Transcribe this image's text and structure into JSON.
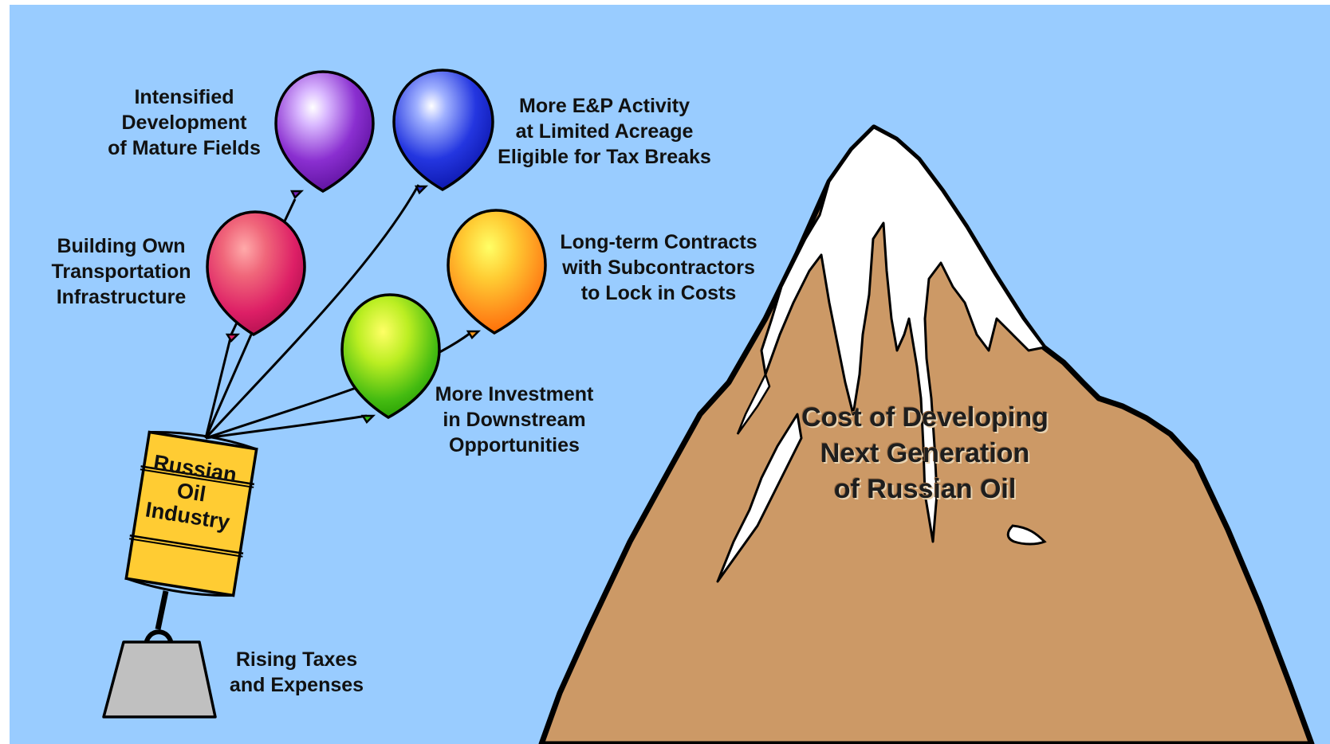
{
  "colors": {
    "sky": "#99ccff",
    "mountain": "#cc9966",
    "snow": "#ffffff",
    "barrel": "#ffcc33",
    "weight": "#c0c0c0",
    "balloon_purple": "#7722bb",
    "balloon_blue": "#1f2fd8",
    "balloon_red": "#dd1f66",
    "balloon_orange": "#ff9a1a",
    "balloon_green": "#33bb11"
  },
  "labels": {
    "mature_fields": [
      "Intensified",
      "Development",
      "of Mature Fields"
    ],
    "ep_activity": [
      "More E&P Activity",
      "at Limited Acreage",
      "Eligible for Tax Breaks"
    ],
    "transport": [
      "Building Own",
      "Transportation",
      "Infrastructure"
    ],
    "contracts": [
      "Long-term Contracts",
      "with Subcontractors",
      "to Lock in Costs"
    ],
    "downstream": [
      "More Investment",
      "in Downstream",
      "Opportunities"
    ],
    "taxes": [
      "Rising Taxes",
      "and Expenses"
    ],
    "barrel": [
      "Russian",
      "Oil",
      "Industry"
    ],
    "mountain": [
      "Cost of Developing",
      "Next Generation",
      "of Russian Oil"
    ]
  }
}
